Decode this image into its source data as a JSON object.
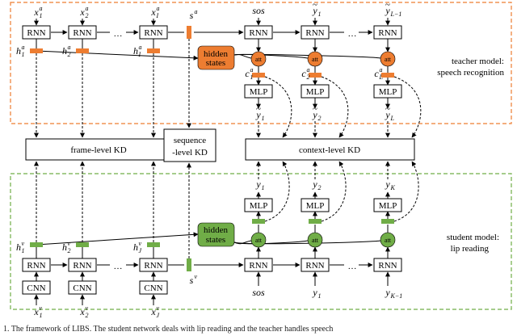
{
  "teacher": {
    "label_line1": "teacher model:",
    "label_line2": "speech recognition",
    "inputs": [
      {
        "base": "x",
        "sub": "1",
        "sup": "a"
      },
      {
        "base": "x",
        "sub": "2",
        "sup": "a"
      },
      {
        "base": "x",
        "sub": "I",
        "sup": "a"
      }
    ],
    "hiddens": [
      {
        "base": "h",
        "sub": "1",
        "sup": "a"
      },
      {
        "base": "h",
        "sub": "2",
        "sup": "a"
      },
      {
        "base": "h",
        "sub": "I",
        "sup": "a"
      }
    ],
    "seq_vec": {
      "base": "s",
      "sup": "a"
    },
    "dec_inputs": [
      {
        "base": "sos"
      },
      {
        "base": "y",
        "sub": "1",
        "tilde": true
      },
      {
        "base": "y",
        "sub": "L−1",
        "tilde": true
      }
    ],
    "contexts": [
      {
        "base": "c",
        "sub": "1",
        "sup": "a"
      },
      {
        "base": "c",
        "sub": "2",
        "sup": "a"
      },
      {
        "base": "c",
        "sub": "L",
        "sup": "a"
      }
    ],
    "outputs": [
      {
        "base": "y",
        "sub": "1",
        "tilde": true
      },
      {
        "base": "y",
        "sub": "2",
        "tilde": true
      },
      {
        "base": "y",
        "sub": "L",
        "tilde": true
      }
    ],
    "hidden_states_line1": "hidden",
    "hidden_states_line2": "states"
  },
  "student": {
    "label_line1": "student model:",
    "label_line2": "lip reading",
    "inputs": [
      {
        "base": "x",
        "sub": "1",
        "sup": "v"
      },
      {
        "base": "x",
        "sub": "2",
        "sup": "v"
      },
      {
        "base": "x",
        "sub": "J",
        "sup": "v"
      }
    ],
    "hiddens": [
      {
        "base": "h",
        "sub": "1",
        "sup": "v"
      },
      {
        "base": "h",
        "sub": "2",
        "sup": "v"
      },
      {
        "base": "h",
        "sub": "J",
        "sup": "v"
      }
    ],
    "seq_vec": {
      "base": "s",
      "sup": "v"
    },
    "dec_inputs": [
      {
        "base": "sos"
      },
      {
        "base": "y",
        "sub": "1"
      },
      {
        "base": "y",
        "sub": "K−1"
      }
    ],
    "outputs": [
      {
        "base": "y",
        "sub": "1"
      },
      {
        "base": "y",
        "sub": "2"
      },
      {
        "base": "y",
        "sub": "K"
      }
    ],
    "hidden_states_line1": "hidden",
    "hidden_states_line2": "states"
  },
  "blocks": {
    "rnn": "RNN",
    "cnn": "CNN",
    "mlp": "MLP",
    "att": "att",
    "ellipsis": "…"
  },
  "kd": {
    "frame": "frame-level KD",
    "sequence_line1": "sequence",
    "sequence_line2": "-level KD",
    "context": "context-level KD"
  },
  "caption": "1. The framework of LIBS. The student network deals with lip reading and the teacher handles speech",
  "colors": {
    "teacher": "#ED7D31",
    "student": "#70AD47"
  }
}
